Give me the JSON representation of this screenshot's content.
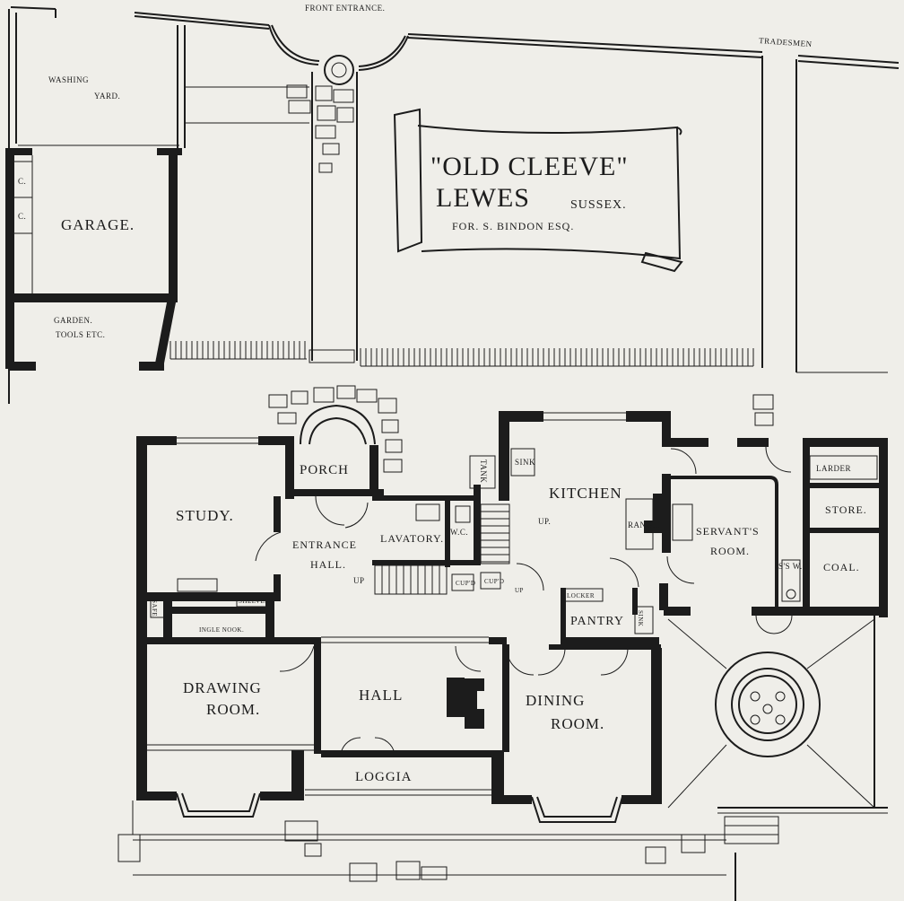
{
  "title": {
    "name": "\"OLD CLEEVE\"",
    "place": "LEWES",
    "county": "SUSSEX.",
    "client": "FOR. S. BINDON ESQ."
  },
  "site": {
    "front_entrance": "FRONT ENTRANCE.",
    "tradesmen": "TRADESMEN",
    "washing_yard_1": "WASHING",
    "washing_yard_2": "YARD.",
    "garage": "GARAGE.",
    "garden_tools_1": "GARDEN.",
    "garden_tools_2": "TOOLS ETC.",
    "c1": "C.",
    "c2": "C."
  },
  "rooms": {
    "porch": "PORCH",
    "study": "STUDY.",
    "entrance_hall_1": "ENTRANCE",
    "entrance_hall_2": "HALL.",
    "lavatory": "LAVATORY.",
    "wc": "W.C.",
    "tank": "TANK",
    "sink": "SINK",
    "kitchen": "KITCHEN",
    "range": "RANGE.",
    "servants_room_1": "SERVANT'S",
    "servants_room_2": "ROOM.",
    "larder": "LARDER",
    "store": "STORE.",
    "coal": "COAL.",
    "servants_wc": "S'S W.C.",
    "drawing_room_1": "DRAWING",
    "drawing_room_2": "ROOM.",
    "hall": "HALL",
    "dining_room_1": "DINING",
    "dining_room_2": "ROOM.",
    "loggia": "LOGGIA",
    "pantry": "PANTRY",
    "locker": "LOCKER",
    "shelves": "SHELVES",
    "ingle_nook": "INGLE NOOK.",
    "safe": "SAFE",
    "sink2": "SINK",
    "cupd1": "CUP'D",
    "cupd2": "CUP'D",
    "up1": "UP",
    "up2": "UP.",
    "up3": "UP"
  }
}
